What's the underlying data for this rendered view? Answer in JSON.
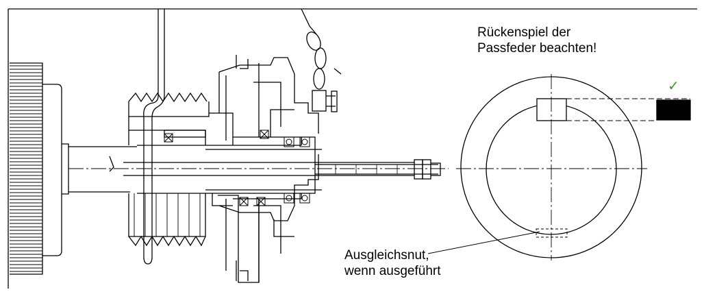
{
  "annotations": {
    "key_note": [
      "Rückenspiel der",
      "Passfeder beachten!"
    ],
    "groove_note": [
      "Ausgleichsnut,",
      "wenn ausgeführt"
    ]
  },
  "icons": {
    "check": "✓",
    "check_color": "#3a9a2a"
  }
}
